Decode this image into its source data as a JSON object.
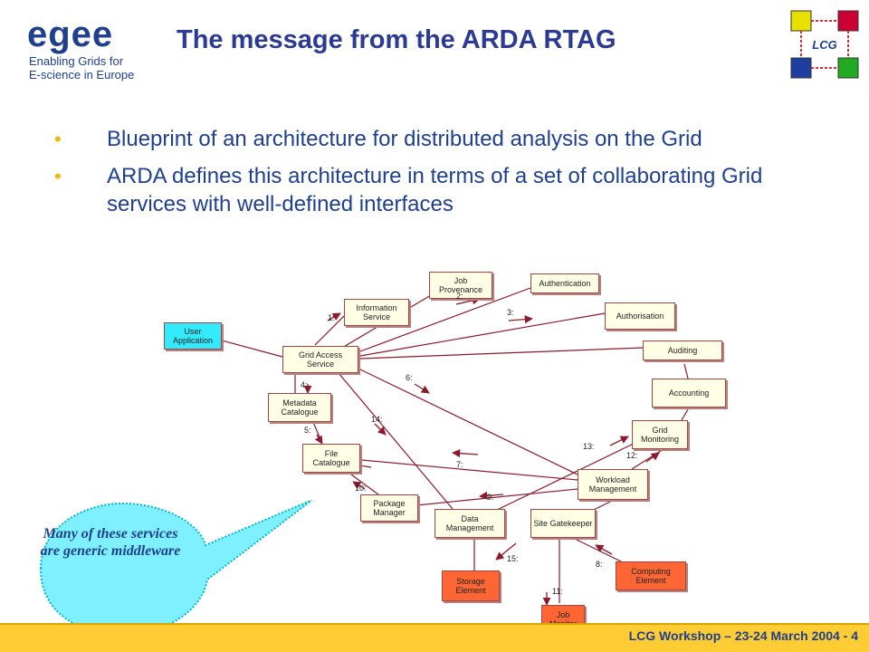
{
  "header": {
    "logo_word": "egee",
    "logo_line1": "Enabling Grids for",
    "logo_line2": "E-science in Europe",
    "title": "The message from the ARDA RTAG",
    "lcg_label": "LCG"
  },
  "bullets": [
    "Blueprint of an architecture for distributed analysis on the Grid",
    "ARDA defines this architecture in terms of a set of collaborating Grid services with well-defined interfaces"
  ],
  "diagram": {
    "boxes": {
      "user_application": "User Application",
      "information_service": "Information Service",
      "job_provenance": "Job Provenance",
      "authentication": "Authentication",
      "authorisation": "Authorisation",
      "grid_access_service": "Grid Access Service",
      "auditing": "Auditing",
      "accounting": "Accounting",
      "metadata_catalogue": "Metadata Catalogue",
      "grid_monitoring": "Grid Monitoring",
      "file_catalogue": "File Catalogue",
      "workload_management": "Workload Management",
      "package_manager": "Package Manager",
      "data_management": "Data Management",
      "site_gatekeeper": "Site Gatekeeper",
      "storage_element": "Storage Element",
      "computing_element": "Computing Element",
      "job_monitor": "Job Monitor"
    },
    "labels": {
      "l1": "1:",
      "l2": "2:",
      "l3": "3:",
      "l4": "4:",
      "l5": "5:",
      "l6": "6:",
      "l7": "7:",
      "l8": "8:",
      "l9": "9:",
      "l10": "10:",
      "l11": "11:",
      "l12": "12:",
      "l13": "13:",
      "l14": "14:",
      "l15": "15:"
    }
  },
  "callout": "Many of these services are generic middleware",
  "footer": "LCG Workshop – 23-24 March 2004 - 4",
  "colors": {
    "title": "#2b3a93",
    "bullet_marker": "#f2b705",
    "footer_bar": "#ffcc33",
    "bubble": "#7ff0ff",
    "box_fill": "#ffffe6",
    "box_cyan": "#33eaff",
    "box_orange": "#ff6633",
    "arrow": "#8b1a2b"
  }
}
